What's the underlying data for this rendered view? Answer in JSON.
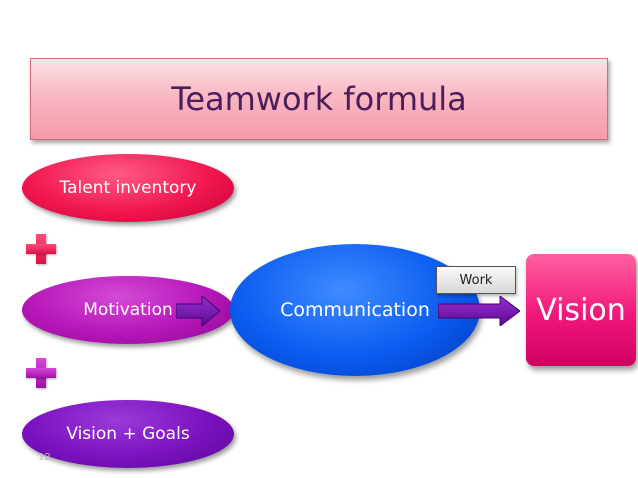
{
  "title": "Teamwork formula",
  "nodes": {
    "talent": "Talent inventory",
    "motivation": "Motivation",
    "vision_goals": "Vision + Goals",
    "communication": "Communication",
    "vision": "Vision"
  },
  "operators": [
    "plus-icon",
    "plus-icon"
  ],
  "edge_label": "Work",
  "slide_number": "12",
  "colors": {
    "title_fill": "#f8b8c3",
    "talent": "#f0174e",
    "motivation": "#b516b8",
    "vision_goals": "#7a12bf",
    "communication": "#0b5cf0",
    "vision": "#f0177a",
    "arrow": "#6b0fa8"
  }
}
